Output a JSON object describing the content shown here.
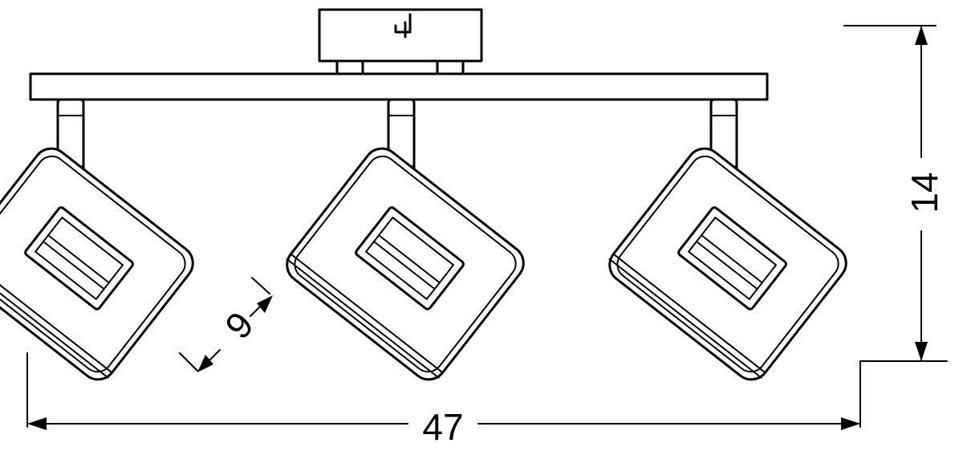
{
  "dimensions": {
    "width_label": "47",
    "height_label": "14",
    "head_label": "9"
  },
  "spotlights": [
    {
      "position": "left"
    },
    {
      "position": "center"
    },
    {
      "position": "right"
    }
  ]
}
